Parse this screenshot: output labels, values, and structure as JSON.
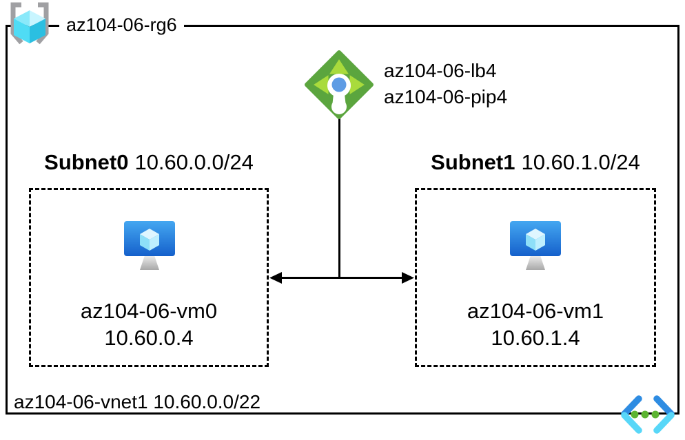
{
  "resource_group": {
    "label": "az104-06-rg6"
  },
  "load_balancer": {
    "name": "az104-06-lb4",
    "public_ip": "az104-06-pip4"
  },
  "virtual_network": {
    "label": "az104-06-vnet1 10.60.0.0/22"
  },
  "subnets": [
    {
      "name": "Subnet0",
      "cidr": "10.60.0.0/24",
      "vm_name": "az104-06-vm0",
      "vm_ip": "10.60.0.4"
    },
    {
      "name": "Subnet1",
      "cidr": "10.60.1.0/24",
      "vm_name": "az104-06-vm1",
      "vm_ip": "10.60.1.4"
    }
  ],
  "icons": {
    "resource_group": "resource-group-icon",
    "load_balancer": "load-balancer-icon",
    "virtual_machine": "virtual-machine-icon",
    "virtual_network": "virtual-network-icon"
  },
  "colors": {
    "line_black": "#000000",
    "rg_bracket_gray": "#A0A0A3",
    "rg_cube_light": "#C8F5FF",
    "rg_cube_mid_light": "#8AE9FA",
    "rg_cube_mid": "#4FDCF5",
    "rg_cube_dark": "#2BBFE1",
    "lb_diamond_green": "#5BA53E",
    "lb_arrow_green": "#A9DB3C",
    "lb_dot_blue": "#5E9CE4",
    "vm_screen_top_blue": "#44A7F1",
    "vm_screen_bottom_blue": "#1560CB",
    "vm_cube_light": "#DFF6FF",
    "vm_stand_gray": "#C9C9C9",
    "vnet_chevron_blue": "#2E8CE2",
    "vnet_chevron_cyan": "#58D7F8",
    "vnet_dot_green": "#5CB431"
  }
}
